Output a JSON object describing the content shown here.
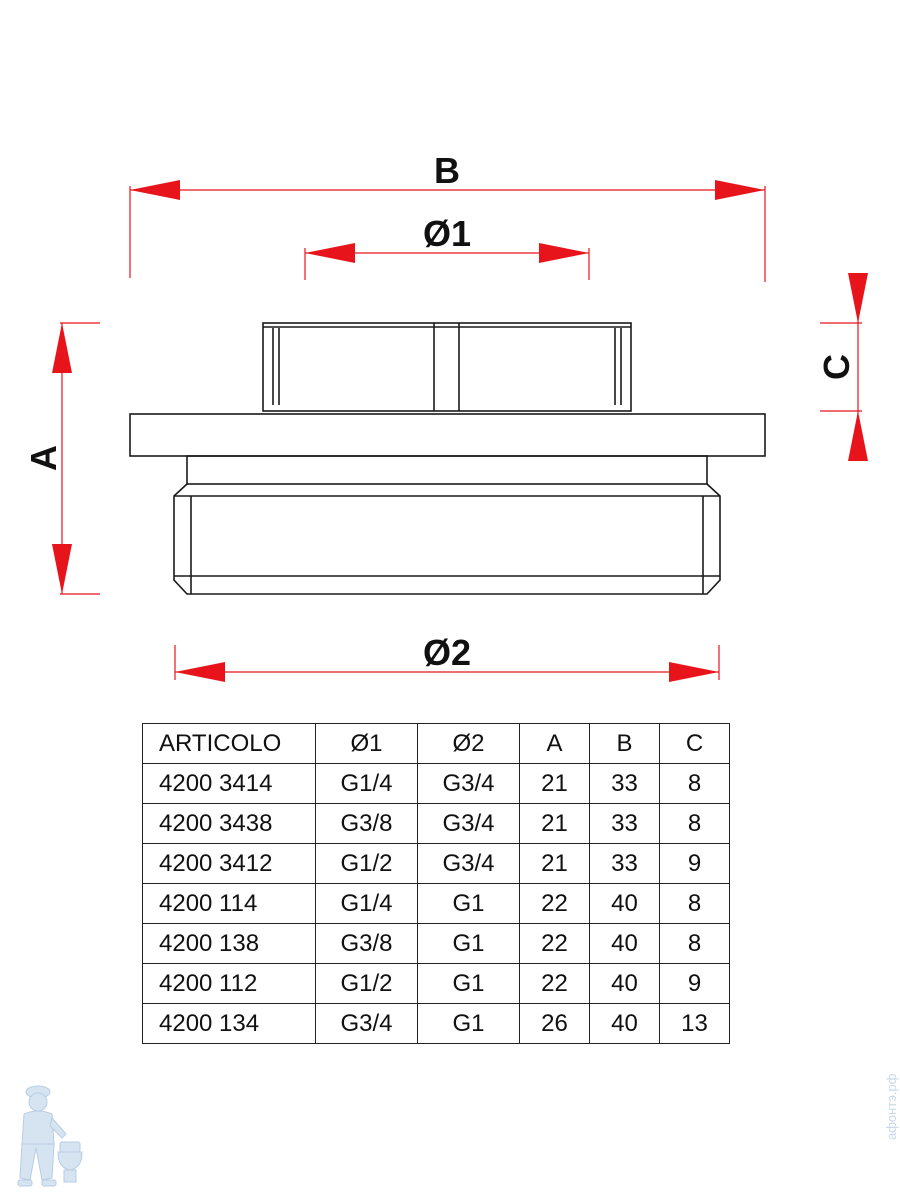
{
  "drawing": {
    "dimensions": {
      "B": "B",
      "D1": "Ø1",
      "D2": "Ø2",
      "A": "A",
      "C": "C"
    },
    "colors": {
      "dimension_line": "#e8141c",
      "part_outline": "#1a1a1a"
    }
  },
  "table": {
    "headers": [
      "ARTICOLO",
      "Ø1",
      "Ø2",
      "A",
      "B",
      "C"
    ],
    "rows": [
      [
        "4200 3414",
        "G1/4",
        "G3/4",
        "21",
        "33",
        "8"
      ],
      [
        "4200 3438",
        "G3/8",
        "G3/4",
        "21",
        "33",
        "8"
      ],
      [
        "4200 3412",
        "G1/2",
        "G3/4",
        "21",
        "33",
        "9"
      ],
      [
        "4200 114",
        "G1/4",
        "G1",
        "22",
        "40",
        "8"
      ],
      [
        "4200 138",
        "G3/8",
        "G1",
        "22",
        "40",
        "8"
      ],
      [
        "4200 112",
        "G1/2",
        "G1",
        "22",
        "40",
        "9"
      ],
      [
        "4200 134",
        "G3/4",
        "G1",
        "26",
        "40",
        "13"
      ]
    ]
  },
  "watermark": {
    "text": "афонтэ.рф",
    "icon": "plumber-mascot-icon",
    "color": "#c8d8e8"
  }
}
